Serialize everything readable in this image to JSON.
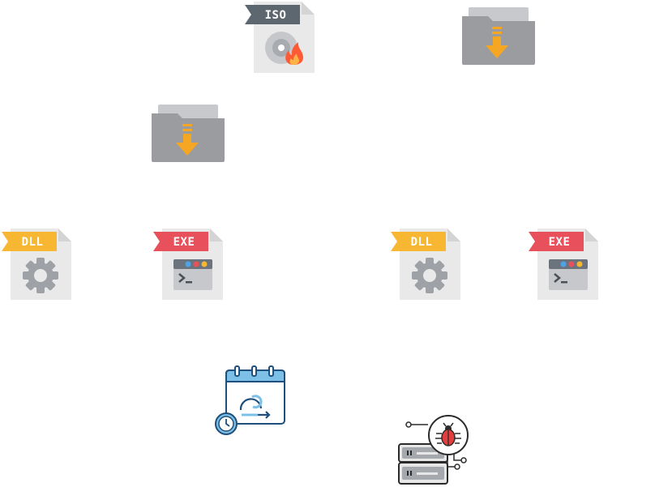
{
  "labels": {
    "iso": "ISO",
    "dll": "DLL",
    "exe": "EXE"
  },
  "colors": {
    "file_page": "#e9e9e9",
    "file_fold": "#d4d4d4",
    "folder_back": "#b3b5b8",
    "folder_front": "#9a9ca0",
    "arrow": "#f5a623",
    "iso_tag": "#5d6770",
    "dll_tag": "#f7b733",
    "exe_tag": "#e8505b",
    "gear": "#9ea2a7",
    "outline_blue": "#1f4f7a",
    "accent_blue": "#7cc0e8",
    "bug_red": "#e33d3d",
    "server_dark": "#2b2b2b",
    "flame": "#ff5a36"
  },
  "icons": [
    "iso-disk-file-icon",
    "download-folder-icon",
    "download-folder-icon",
    "dll-file-icon",
    "exe-file-icon",
    "dll-file-icon",
    "exe-file-icon",
    "scheduled-task-calendar-icon",
    "infected-server-bug-icon"
  ]
}
